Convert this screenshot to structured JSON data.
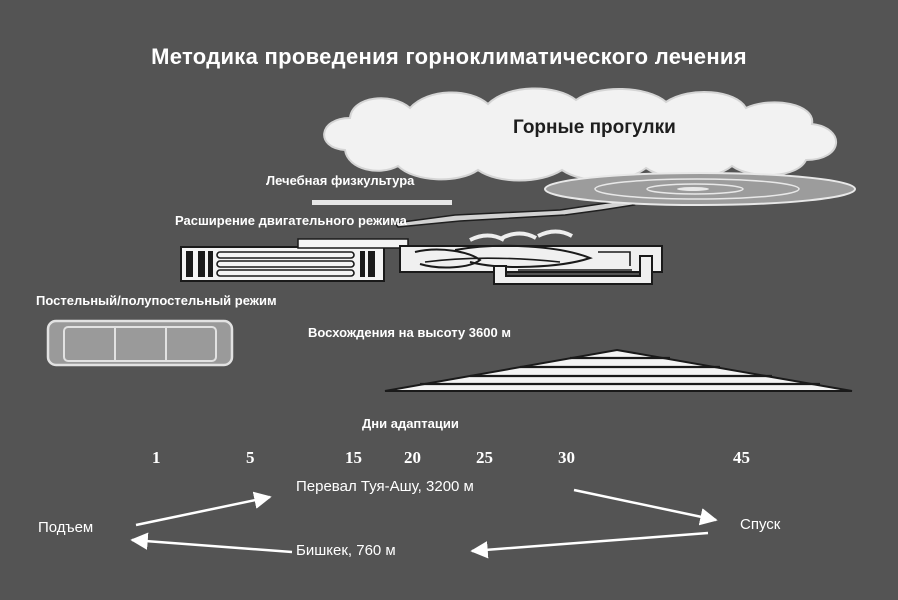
{
  "title": "Методика проведения горноклиматического лечения",
  "activities": {
    "mountain_walks": "Горные прогулки",
    "exercise_therapy": "Лечебная физкультура",
    "motor_regime": "Расширение двигательного режима",
    "bed_regime": "Постельный/полупостельный режим",
    "ascents": "Восхождения на высоту 3600 м"
  },
  "axis_label": "Дни адаптации",
  "days": [
    "1",
    "5",
    "15",
    "20",
    "25",
    "30",
    "45"
  ],
  "route": {
    "rise": "Подъем",
    "pass": "Перевал Туя-Ашу, 3200 м",
    "descent": "Спуск",
    "bishkek": "Бишкек, 760 м"
  },
  "colors": {
    "background": "#545454",
    "foreground": "#ffffff",
    "cloud": "#f2f2f2",
    "dark": "#1a1a1a"
  }
}
